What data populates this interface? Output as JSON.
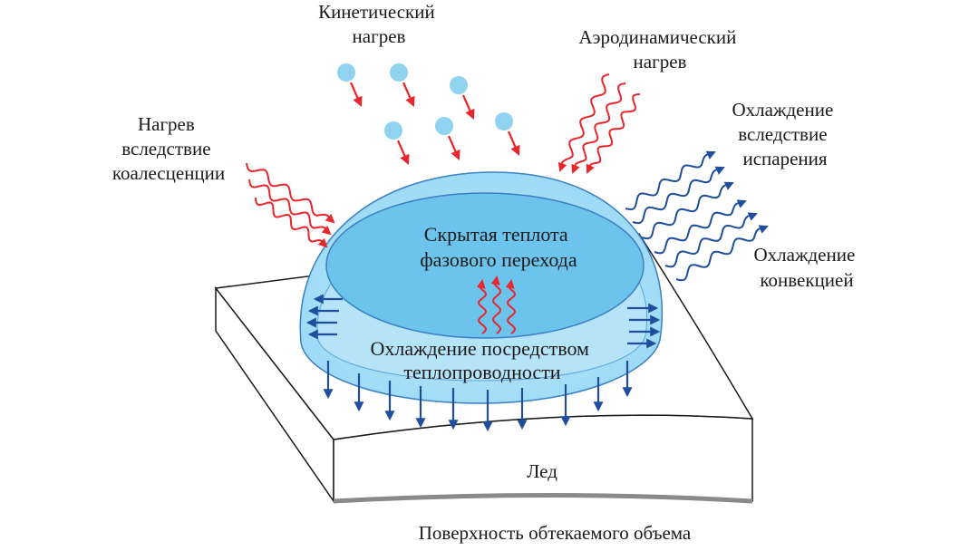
{
  "labels": {
    "kinetic": [
      "Кинетический",
      "нагрев"
    ],
    "aero": [
      "Аэродинамический",
      "нагрев"
    ],
    "coalescence": [
      "Нагрев",
      "вследствие",
      "коалесценции"
    ],
    "evaporation": [
      "Охлаждение",
      "вследствие",
      "испарения"
    ],
    "convection": [
      "Охлаждение",
      "конвекцией"
    ],
    "latent": [
      "Скрытая теплота",
      "фазового перехода"
    ],
    "conduction": [
      "Охлаждение посредством",
      "теплопроводности"
    ],
    "ice": "Лед",
    "surface": "Поверхность обтекаемого объема"
  },
  "colors": {
    "heat_arrow": "#e8262b",
    "cool_arrow": "#1f4e9c",
    "particle": "#8fd3f0",
    "droplet_light": "#cdeefb",
    "droplet_mid": "#9ad9f5",
    "droplet_core": "#6cc3ec",
    "outline": "#3b7fc4"
  }
}
